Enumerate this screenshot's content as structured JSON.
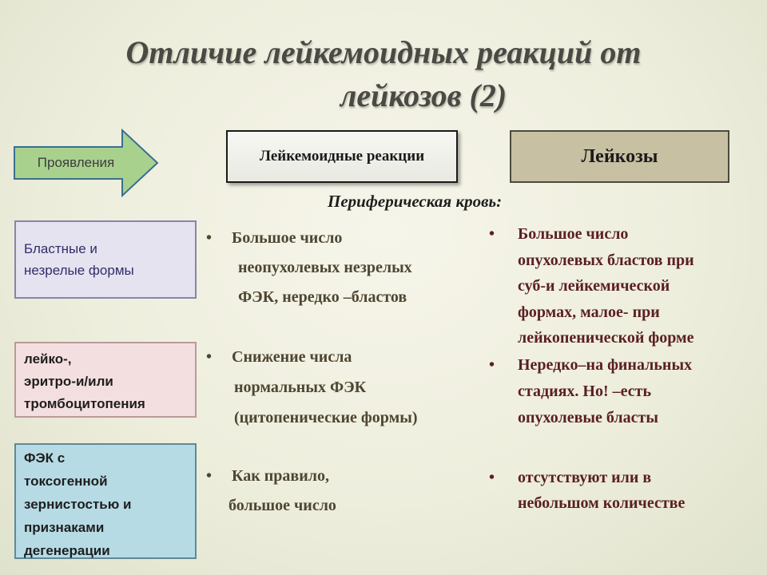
{
  "title": {
    "line1": "Отличие лейкемоидных реакций от",
    "line2": "лейкозов (2)"
  },
  "arrow_label": "Проявления",
  "headers": {
    "left": "Лейкемоидные реакции",
    "right": "Лейкозы"
  },
  "subheader": "Периферическая кровь:",
  "categories": [
    {
      "lines": [
        "Бластные и",
        "незрелые формы"
      ]
    },
    {
      "lines": [
        "лейко-,",
        "эритро-и/или",
        "тромбоцитопения"
      ]
    },
    {
      "lines": [
        "ФЭК с",
        "токсогенной",
        "зернистостью и",
        "признаками",
        "дегенерации"
      ]
    }
  ],
  "left_items": [
    {
      "lines": [
        "Большое число",
        "неопухолевых  незрелых",
        "ФЭК, нередко –бластов"
      ]
    },
    {
      "lines": [
        "Снижение числа",
        "нормальных ФЭК",
        "(цитопенические формы)"
      ]
    },
    {
      "lines": [
        "Как правило,",
        "большое число"
      ]
    }
  ],
  "right_items": [
    {
      "lines": [
        "Большое число",
        "опухолевых бластов при",
        "суб-и лейкемической",
        "формах, малое- при",
        "лейкопенической форме"
      ]
    },
    {
      "lines": [
        "Нередко–на финальных",
        "стадиях. Но! –есть",
        "опухолевые бласты"
      ]
    },
    {
      "lines": [
        "отсутствуют или в",
        "небольшом количестве"
      ]
    }
  ],
  "bullet_char": "•",
  "colors": {
    "arrow_fill": "#a9d18e",
    "arrow_stroke": "#3a6f8f",
    "left_text": "#4e4632",
    "right_text": "#5a1f22",
    "right_header_bg": "#c7c0a3"
  }
}
